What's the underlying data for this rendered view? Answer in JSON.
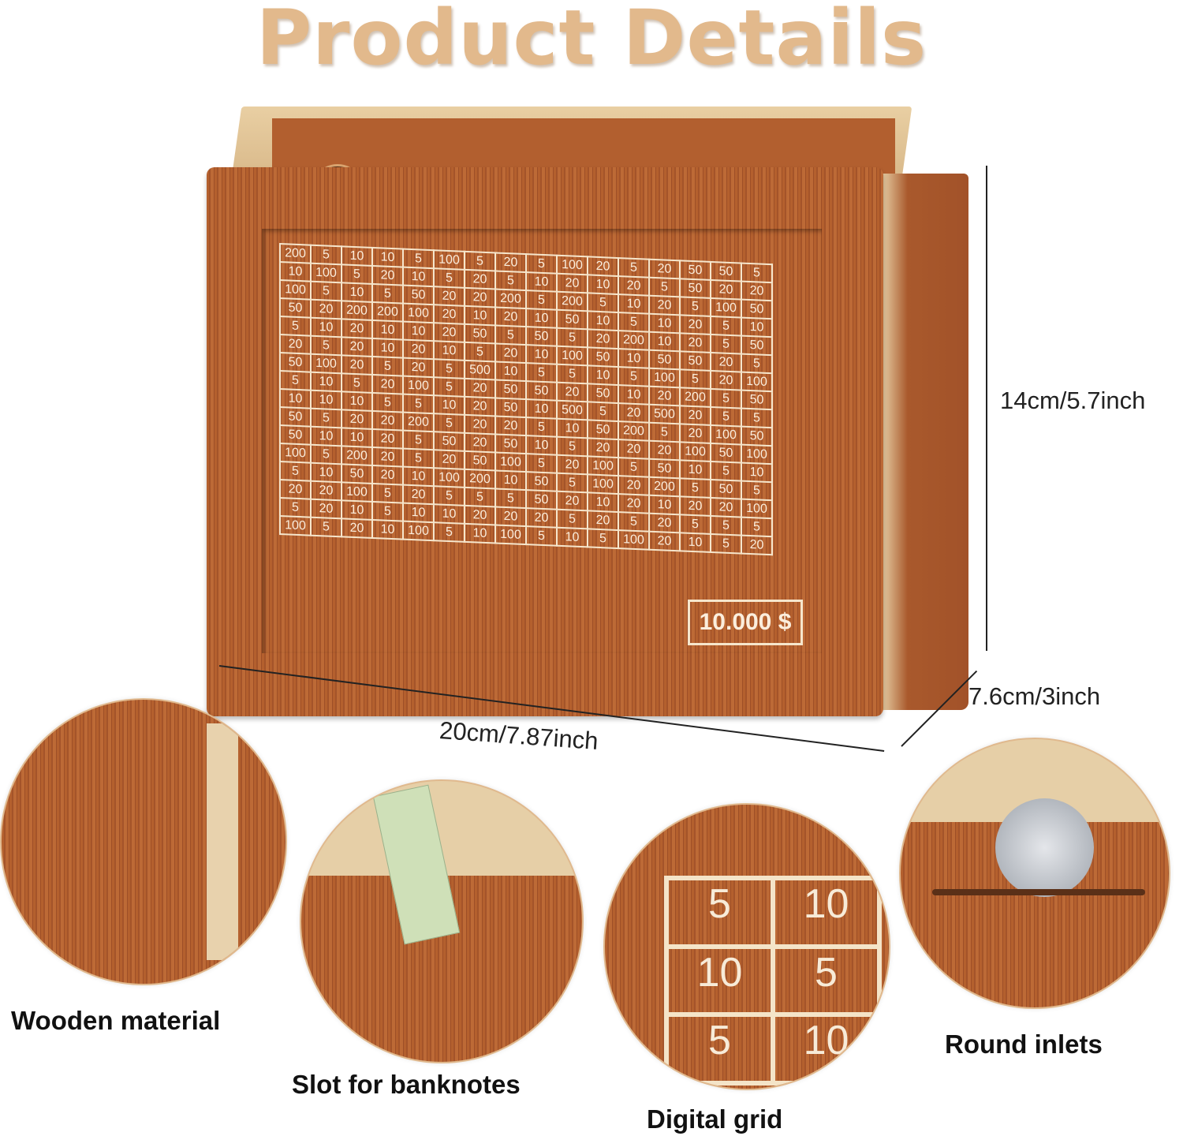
{
  "title": "Product Details",
  "box": {
    "badge": "10.000 $",
    "grid": [
      [
        "200",
        "5",
        "10",
        "10",
        "5",
        "100",
        "5",
        "20",
        "5",
        "100",
        "20",
        "5",
        "20",
        "50",
        "50",
        "5"
      ],
      [
        "10",
        "100",
        "5",
        "20",
        "10",
        "5",
        "20",
        "5",
        "10",
        "20",
        "10",
        "20",
        "5",
        "50",
        "20",
        "20"
      ],
      [
        "100",
        "5",
        "10",
        "5",
        "50",
        "20",
        "20",
        "200",
        "5",
        "200",
        "5",
        "10",
        "20",
        "5",
        "100",
        "50"
      ],
      [
        "50",
        "20",
        "200",
        "200",
        "100",
        "20",
        "10",
        "20",
        "10",
        "50",
        "10",
        "5",
        "10",
        "20",
        "5",
        "10"
      ],
      [
        "5",
        "10",
        "20",
        "10",
        "10",
        "20",
        "50",
        "5",
        "50",
        "5",
        "20",
        "200",
        "10",
        "20",
        "5",
        "50"
      ],
      [
        "20",
        "5",
        "20",
        "10",
        "20",
        "10",
        "5",
        "20",
        "10",
        "100",
        "50",
        "10",
        "50",
        "50",
        "20",
        "5"
      ],
      [
        "50",
        "100",
        "20",
        "5",
        "20",
        "5",
        "500",
        "10",
        "5",
        "5",
        "10",
        "5",
        "100",
        "5",
        "20",
        "100"
      ],
      [
        "5",
        "10",
        "5",
        "20",
        "100",
        "5",
        "20",
        "50",
        "50",
        "20",
        "50",
        "10",
        "20",
        "200",
        "5",
        "50"
      ],
      [
        "10",
        "10",
        "10",
        "5",
        "5",
        "10",
        "20",
        "50",
        "10",
        "500",
        "5",
        "20",
        "500",
        "20",
        "5",
        "5"
      ],
      [
        "50",
        "5",
        "20",
        "20",
        "200",
        "5",
        "20",
        "20",
        "5",
        "10",
        "50",
        "200",
        "5",
        "20",
        "100",
        "50"
      ],
      [
        "50",
        "10",
        "10",
        "20",
        "5",
        "50",
        "20",
        "50",
        "10",
        "5",
        "20",
        "20",
        "20",
        "100",
        "50",
        "100"
      ],
      [
        "100",
        "5",
        "200",
        "20",
        "5",
        "20",
        "50",
        "100",
        "5",
        "20",
        "100",
        "5",
        "50",
        "10",
        "5",
        "10"
      ],
      [
        "5",
        "10",
        "50",
        "20",
        "10",
        "100",
        "200",
        "10",
        "50",
        "5",
        "100",
        "20",
        "200",
        "5",
        "50",
        "5"
      ],
      [
        "20",
        "20",
        "100",
        "5",
        "20",
        "5",
        "5",
        "5",
        "50",
        "20",
        "10",
        "20",
        "10",
        "20",
        "20",
        "100"
      ],
      [
        "5",
        "20",
        "10",
        "5",
        "10",
        "10",
        "20",
        "20",
        "20",
        "5",
        "20",
        "5",
        "20",
        "5",
        "5",
        "5"
      ],
      [
        "100",
        "5",
        "20",
        "10",
        "100",
        "5",
        "10",
        "100",
        "5",
        "10",
        "5",
        "100",
        "20",
        "10",
        "5",
        "20"
      ]
    ]
  },
  "dimensions": {
    "height": "14cm/5.7inch",
    "depth": "7.6cm/3inch",
    "width": "20cm/7.87inch"
  },
  "features": [
    {
      "label": "Wooden material"
    },
    {
      "label": "Slot for banknotes"
    },
    {
      "label": "Digital grid",
      "cells": [
        "5",
        "10",
        "10",
        "5",
        "5",
        "10"
      ]
    },
    {
      "label": "Round inlets"
    }
  ]
}
